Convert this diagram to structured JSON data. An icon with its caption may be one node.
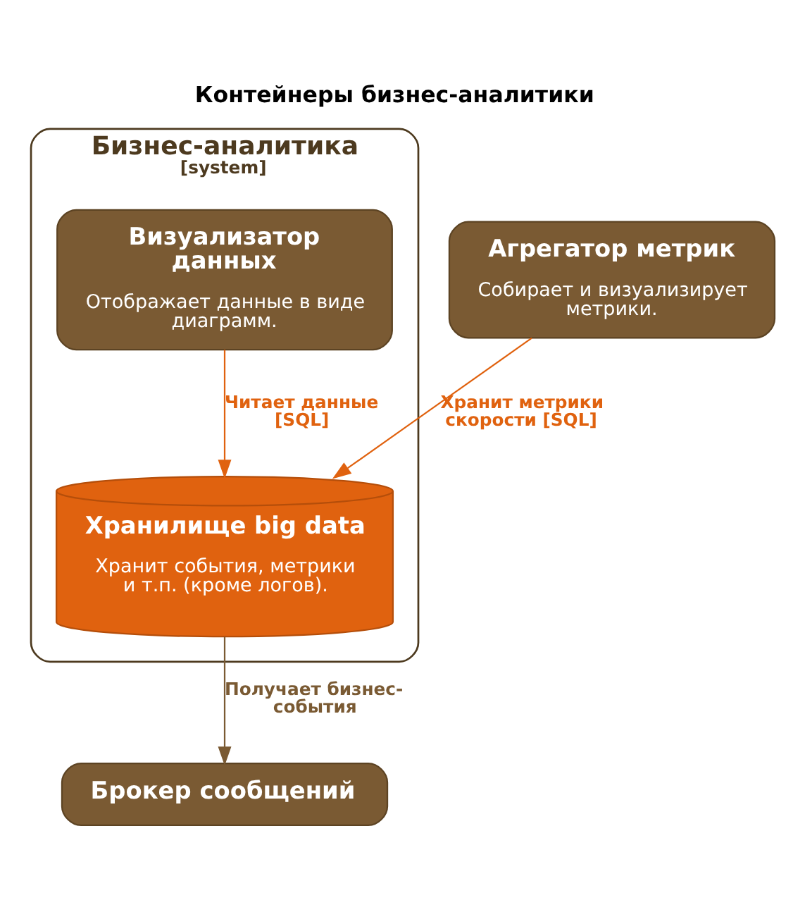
{
  "diagram": {
    "title": "Контейнеры бизнес-аналитики",
    "nodes": [
      {
        "text": [
          "Бизнес-аналитика",
          "[system]"
        ]
      },
      {
        "text": [
          "Визуализатор данных",
          "Отображает данные в виде диаграмм."
        ],
        "in": 0
      },
      {
        "text": [
          "Агрегатор метрик",
          "Собирает и визуализирует метрики."
        ]
      },
      {
        "text": [
          "Хранилище big data",
          "Хранит события, метрики и т.п. (кроме логов)."
        ],
        "in": 0
      },
      {
        "text": [
          "Брокер сообщений"
        ]
      }
    ],
    "edges": [
      {
        "from": 1,
        "to": 3,
        "arrow": "to",
        "label": "Читает данные [SQL]"
      },
      {
        "from": 2,
        "to": 3,
        "arrow": "to",
        "label": "Хранит метрики скорости [SQL]"
      },
      {
        "from": 3,
        "to": 4,
        "arrow": "to",
        "label": "Получает бизнес-события",
        "color": "#7a5a33"
      }
    ]
  }
}
